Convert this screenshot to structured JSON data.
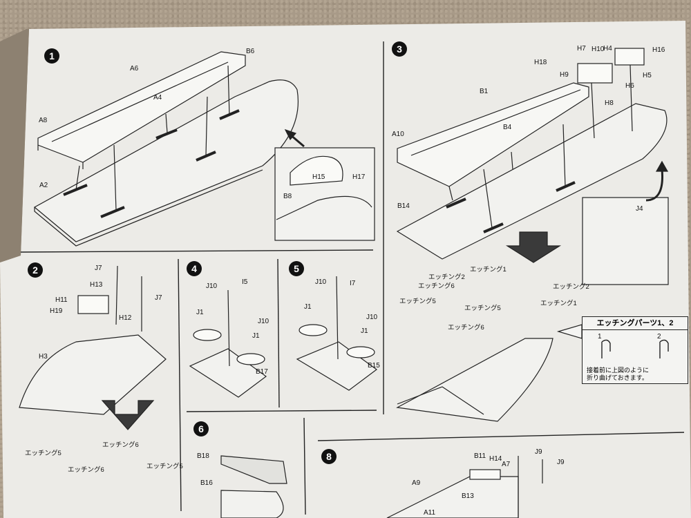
{
  "steps": {
    "s1": "1",
    "s2": "2",
    "s3": "3",
    "s4": "4",
    "s5": "5",
    "s6": "6",
    "s8": "8"
  },
  "step1": {
    "b6": "B6",
    "a6": "A6",
    "a4": "A4",
    "a8": "A8",
    "a2": "A2",
    "h15": "H15",
    "h17": "H17",
    "b8": "B8"
  },
  "step2": {
    "j7a": "J7",
    "j7b": "J7",
    "h13": "H13",
    "h11": "H11",
    "h19": "H19",
    "h12": "H12",
    "h3": "H3",
    "e5a": "エッチング5",
    "e6a": "エッチング6",
    "e6b": "エッチング6",
    "e5b": "エッチング5"
  },
  "step3": {
    "h7": "H7",
    "h10": "H10",
    "h4": "H4",
    "h16": "H16",
    "h9": "H9",
    "h18": "H18",
    "h6": "H6",
    "h5": "H5",
    "h8": "H8",
    "b1": "B1",
    "a10": "A10",
    "b4": "B4",
    "b14": "B14",
    "j4": "J4",
    "e1a": "エッチング1",
    "e2a": "エッチング2",
    "e6a": "エッチング6",
    "e2b": "エッチング2",
    "e5a": "エッチング5",
    "e5b": "エッチング5",
    "e1b": "エッチング1",
    "e6b": "エッチング6"
  },
  "callout": {
    "title": "エッチングパーツ1、2",
    "n1": "1",
    "n2": "2",
    "note1": "接着前に上図のように",
    "note2": "折り曲げておきます。"
  },
  "step4": {
    "j10a": "J10",
    "i5": "I5",
    "j1a": "J1",
    "j10b": "J10",
    "j1b": "J1",
    "b17": "B17"
  },
  "step5": {
    "j10a": "J10",
    "i7": "I7",
    "j1a": "J1",
    "j10b": "J10",
    "j1b": "J1",
    "b15": "B15"
  },
  "step6": {
    "b18": "B18",
    "b16": "B16"
  },
  "step8": {
    "b11": "B11",
    "h14": "H14",
    "a7": "A7",
    "j9a": "J9",
    "j9b": "J9",
    "a9": "A9",
    "b13": "B13",
    "a11": "A11"
  }
}
